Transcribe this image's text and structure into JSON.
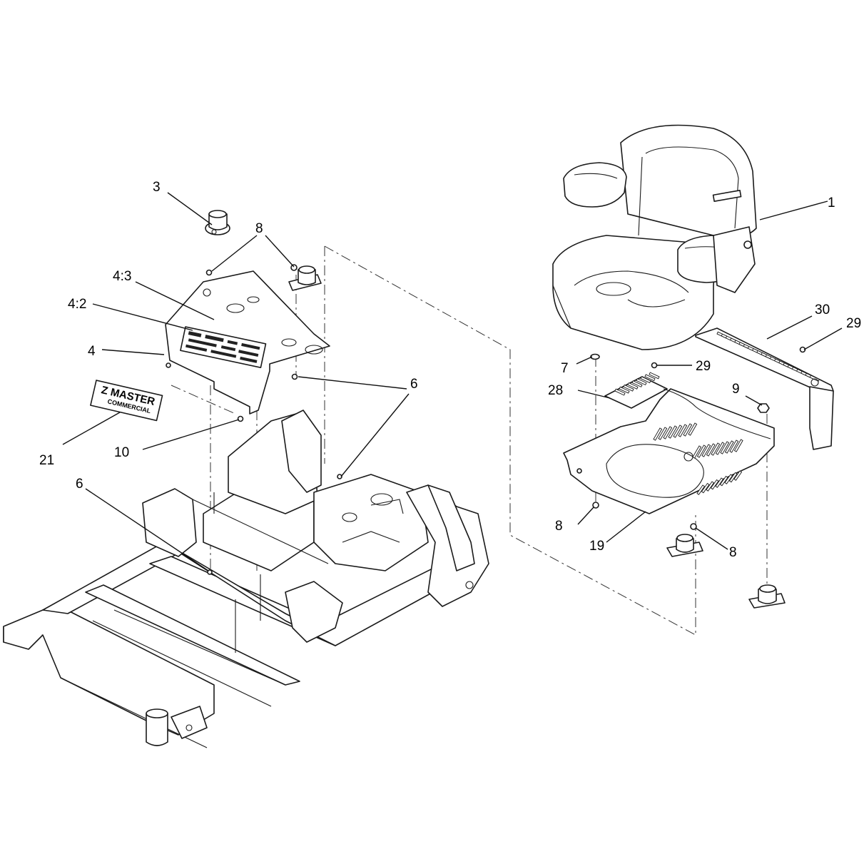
{
  "diagram": {
    "decal_21": {
      "line1": "Z MASTER",
      "line2": "COMMERCIAL"
    },
    "callouts": [
      {
        "id": "c-1",
        "text": "1"
      },
      {
        "id": "c-3",
        "text": "3"
      },
      {
        "id": "c-4",
        "text": "4"
      },
      {
        "id": "c-4-2",
        "text": "4:2"
      },
      {
        "id": "c-4-3",
        "text": "4:3"
      },
      {
        "id": "c-6a",
        "text": "6"
      },
      {
        "id": "c-6b",
        "text": "6"
      },
      {
        "id": "c-7",
        "text": "7"
      },
      {
        "id": "c-8a",
        "text": "8"
      },
      {
        "id": "c-8b",
        "text": "8"
      },
      {
        "id": "c-8c",
        "text": "8"
      },
      {
        "id": "c-9",
        "text": "9"
      },
      {
        "id": "c-10",
        "text": "10"
      },
      {
        "id": "c-19",
        "text": "19"
      },
      {
        "id": "c-21",
        "text": "21"
      },
      {
        "id": "c-28",
        "text": "28"
      },
      {
        "id": "c-29a",
        "text": "29"
      },
      {
        "id": "c-29b",
        "text": "29"
      },
      {
        "id": "c-30",
        "text": "30"
      }
    ]
  }
}
